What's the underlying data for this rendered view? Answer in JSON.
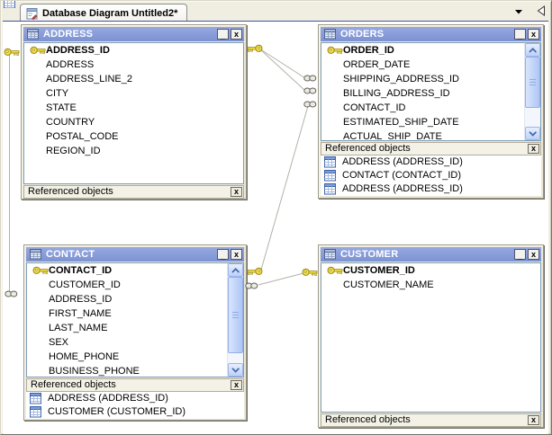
{
  "tab": {
    "label": "Database Diagram Untitled2*"
  },
  "icons": {
    "minimize-icon": "_",
    "close-icon": "x",
    "dropdown-icon": "▾",
    "scroll-left-icon": "◁",
    "table-icon": "grid-glyph",
    "primary-key-icon": "gold-key",
    "many-icon": "chain-links",
    "scroll-up-icon": "^",
    "scroll-down-icon": "v"
  },
  "colors": {
    "titlebar_blue": "#8093D6",
    "canvas_border_top": "#3F51A3",
    "entity_body": "#ECE9D8",
    "wire_gray": "#B2B2AA",
    "key_gold": "#F6E44C",
    "scrollbar_thumb_blue": "#AEC6F5",
    "ref_table_icon_blue": "#7E9FD9"
  },
  "entities": {
    "address": {
      "title": "ADDRESS",
      "pk": "ADDRESS_ID",
      "fields": [
        "ADDRESS",
        "ADDRESS_LINE_2",
        "CITY",
        "STATE",
        "COUNTRY",
        "POSTAL_CODE",
        "REGION_ID"
      ],
      "ref_label": "Referenced objects",
      "refs": []
    },
    "orders": {
      "title": "ORDERS",
      "pk": "ORDER_ID",
      "fields": [
        "ORDER_DATE",
        "SHIPPING_ADDRESS_ID",
        "BILLING_ADDRESS_ID",
        "CONTACT_ID",
        "ESTIMATED_SHIP_DATE",
        "ACTUAL_SHIP_DATE"
      ],
      "ref_label": "Referenced objects",
      "refs": [
        "ADDRESS (ADDRESS_ID)",
        "CONTACT (CONTACT_ID)",
        "ADDRESS (ADDRESS_ID)"
      ]
    },
    "contact": {
      "title": "CONTACT",
      "pk": "CONTACT_ID",
      "fields": [
        "CUSTOMER_ID",
        "ADDRESS_ID",
        "FIRST_NAME",
        "LAST_NAME",
        "SEX",
        "HOME_PHONE",
        "BUSINESS_PHONE"
      ],
      "ref_label": "Referenced objects",
      "refs": [
        "ADDRESS (ADDRESS_ID)",
        "CUSTOMER (CUSTOMER_ID)"
      ]
    },
    "customer": {
      "title": "CUSTOMER",
      "pk": "CUSTOMER_ID",
      "fields": [
        "CUSTOMER_NAME"
      ],
      "ref_label": "Referenced objects",
      "refs": []
    }
  }
}
